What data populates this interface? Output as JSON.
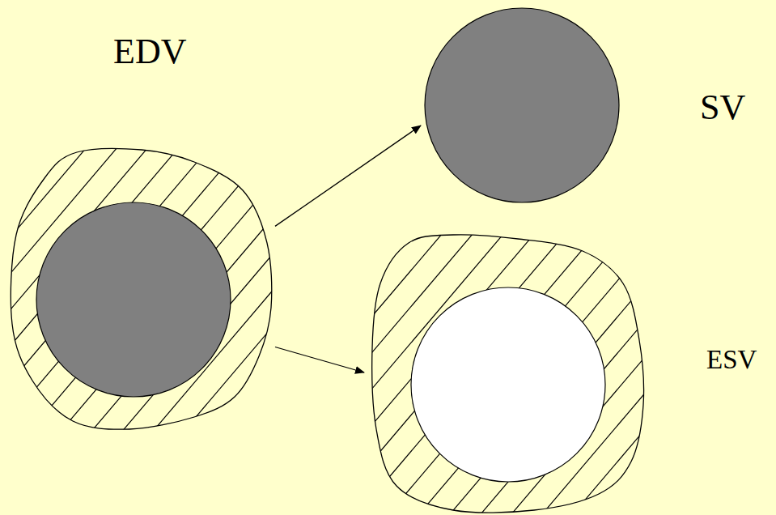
{
  "diagram": {
    "nodes": [
      {
        "text": [
          "EDV"
        ]
      },
      {
        "text": [
          "SV"
        ]
      },
      {
        "text": [
          "ESV"
        ]
      }
    ],
    "edges": [
      {
        "from": 0,
        "to": 1,
        "arrow": "to"
      },
      {
        "from": 0,
        "to": 2,
        "arrow": "to"
      }
    ]
  }
}
